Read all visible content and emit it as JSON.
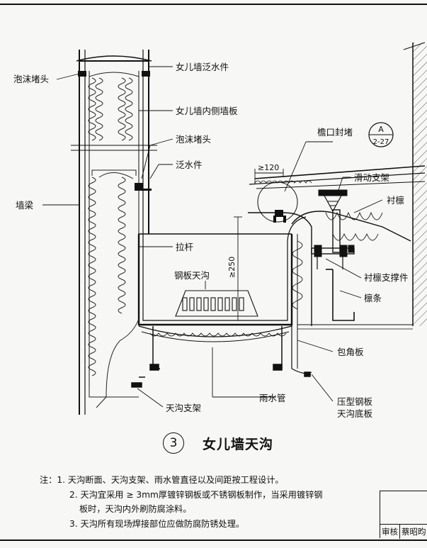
{
  "labels": {
    "foam_plug_top": "泡沫堵头",
    "parapet_flashing": "女儿墙泛水件",
    "parapet_inner_panel": "女儿墙内侧墙板",
    "foam_plug_mid": "泡沫堵头",
    "flashing": "泛水件",
    "eave_seal": "檐口封堵",
    "wall_beam": "墙梁",
    "sliding_support": "滑动支架",
    "purlin_liner": "衬檩",
    "tie_rod": "拉杆",
    "steel_gutter": "钢板天沟",
    "purlin_support": "衬檩支撑件",
    "purlin": "檩条",
    "corner_plate": "包角板",
    "downpipe": "雨水管",
    "gutter_support": "天沟支架",
    "profiled_sheet_1": "压型钢板",
    "profiled_sheet_2": "天沟底板",
    "dim_120": "≥120",
    "dim_250": "≥250"
  },
  "detail_ref": {
    "letter": "A",
    "number": "2-27"
  },
  "title": {
    "number": "3",
    "text": "女儿墙天沟"
  },
  "notes": [
    "注：1. 天沟断面、天沟支架、雨水管直径以及间距按工程设计。",
    "2. 天沟宜采用 ≥ 3mm厚镀锌钢板或不锈钢板制作，当采用镀锌钢",
    "板时，天沟内外刷防腐涂料。",
    "3. 天沟所有现场焊接部位应做防腐防锈处理。"
  ],
  "titleblock": {
    "cell1": "审核",
    "cell2": "蔡昭昀"
  }
}
